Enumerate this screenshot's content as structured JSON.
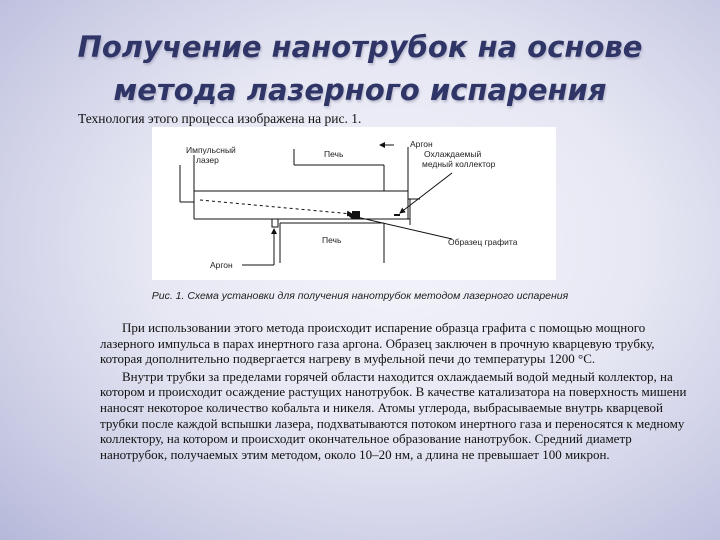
{
  "title": {
    "line1": "Получение нанотрубок на основе",
    "line2": "метода лазерного испарения"
  },
  "intro": "Технология этого процесса изображена на рис. 1.",
  "figure": {
    "labels": {
      "pulse_laser": "Импульсный\nлазер",
      "argon_top": "Аргон",
      "cooled_collector": "Охлаждаемый\nмедный коллектор",
      "furnace_top": "Печь",
      "furnace_bottom": "Печь",
      "graphite_sample": "Образец графита",
      "argon_bottom": "Аргон"
    }
  },
  "caption": "Рис. 1. Схема установки для получения нанотрубок методом лазерного испарения",
  "paragraphs": [
    "При использовании этого метода происходит испарение образца графита с помощью мощного лазерного импульса в парах инертного газа аргона. Образец заключен в прочную кварцевую трубку, которая дополнительно подвергается нагреву в муфельной печи до температуры 1200 °С.",
    "Внутри трубки за пределами горячей области находится охлаждаемый водой медный коллектор, на котором и происходит осаждение растущих нанотрубок. В качестве катализатора на поверхность мишени наносят некоторое количество кобальта и никеля. Атомы углерода, выбрасываемые внутрь кварцевой трубки после каждой вспышки лазера, подхватываются потоком инертного газа и переносятся к медному коллектору, на котором и происходит окончательное образование нанотрубок. Средний диаметр нанотрубок, получаемых этим методом, около 10–20 нм, а длина не превышает 100 микрон."
  ]
}
